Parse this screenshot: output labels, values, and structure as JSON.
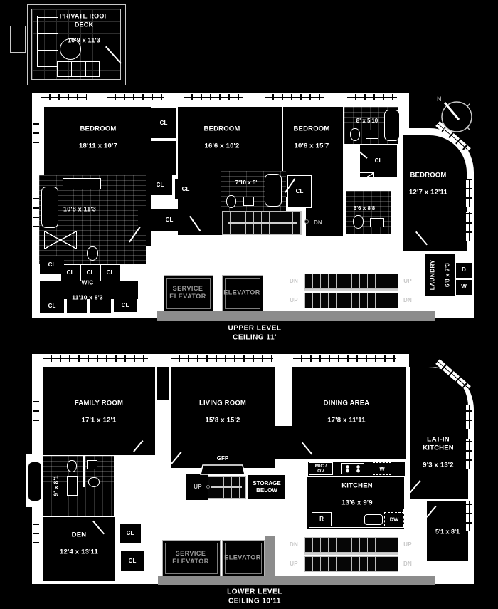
{
  "roof_deck": {
    "name": "PRIVATE ROOF\nDECK",
    "dims": "10'9 x 11'3"
  },
  "compass": {
    "north": "N"
  },
  "labels": {
    "closet": "CL",
    "up": "UP",
    "down": "DN",
    "gfp": "GFP"
  },
  "elevators": {
    "service": "SERVICE\nELEVATOR",
    "passenger": "ELEVATOR"
  },
  "upper": {
    "caption": "UPPER LEVEL\nCEILING 11'",
    "rooms": {
      "bedroom_1": {
        "name": "BEDROOM",
        "dims": "18'11 x 10'7"
      },
      "bedroom_2": {
        "name": "BEDROOM",
        "dims": "16'6 x 10'2"
      },
      "bedroom_3": {
        "name": "BEDROOM",
        "dims": "10'6 x 15'7"
      },
      "bedroom_4": {
        "name": "BEDROOM",
        "dims": "12'7 x 12'11"
      },
      "bath_1": {
        "dims": "8' x 5'10"
      },
      "bath_2": {
        "dims": "7'10 x 5'"
      },
      "master_bath": {
        "dims": "10'8 x 11'3"
      },
      "bath_3": {
        "dims": "6'6 x 8'8"
      },
      "laundry": {
        "name": "LAUNDRY",
        "dims": "6'8 x 7'3"
      },
      "wic": {
        "name": "WIC",
        "dims": "11'10 x 8'3"
      }
    },
    "appliances": {
      "dryer": "D",
      "washer": "W"
    }
  },
  "lower": {
    "caption": "LOWER LEVEL\nCEILING 10'11",
    "rooms": {
      "family_room": {
        "name": "FAMILY ROOM",
        "dims": "17'1 x 12'1"
      },
      "living_room": {
        "name": "LIVING ROOM",
        "dims": "15'8 x 15'2"
      },
      "dining_area": {
        "name": "DINING AREA",
        "dims": "17'8 x 11'11"
      },
      "eat_in_kitchen": {
        "name": "EAT-IN\nKITCHEN",
        "dims": "9'3 x 13'2"
      },
      "kitchen": {
        "name": "KITCHEN",
        "dims": "13'6 x 9'9"
      },
      "den": {
        "name": "DEN",
        "dims": "12'4 x 13'11"
      },
      "bath": {
        "dims": "9' x 8'1"
      },
      "room_small": {
        "dims": "5'1 x 8'1"
      },
      "storage": {
        "label": "STORAGE\nBELOW"
      }
    },
    "appliances": {
      "mic_ov": "MIC /\nOV",
      "wine": "W",
      "fridge": "R",
      "dishwasher": "DW"
    }
  },
  "colors": {
    "background": "#000000",
    "lines": "#ffffff",
    "muted_text": "#9c9c9c",
    "slab": "#8c8c8c"
  }
}
